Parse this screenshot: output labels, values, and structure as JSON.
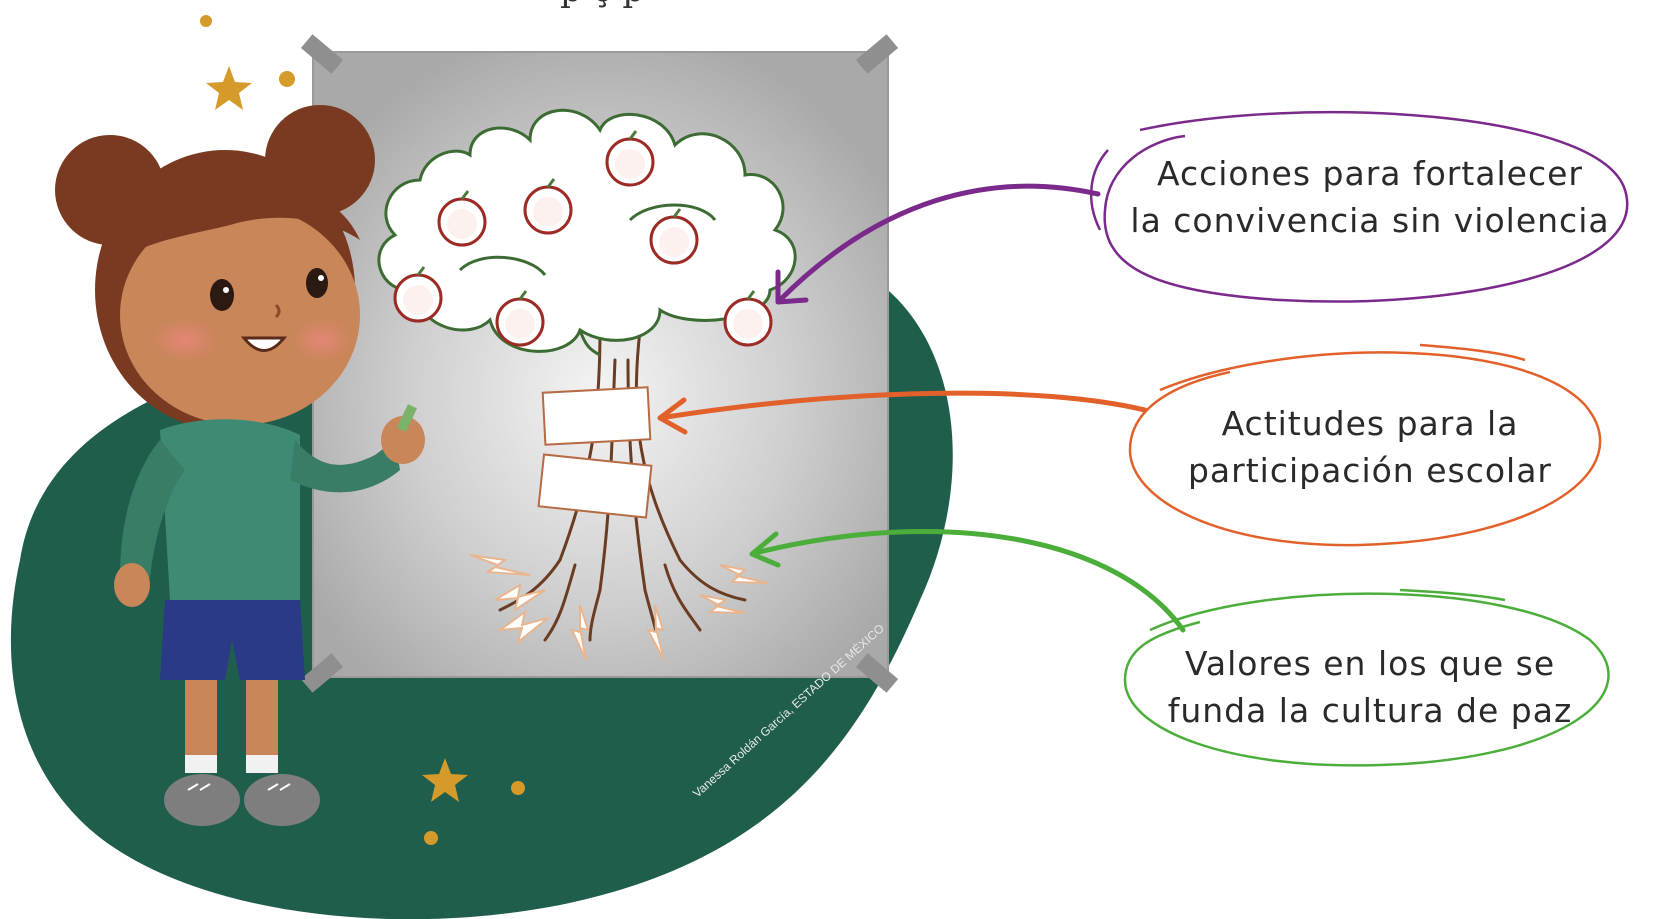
{
  "header": {
    "cut_text": "p                                                  ç  p"
  },
  "labels": {
    "top": {
      "line1": "Acciones para fortalecer",
      "line2": "la convivencia sin violencia"
    },
    "middle": {
      "line1": "Actitudes para la",
      "line2": "participación escolar"
    },
    "bottom": {
      "line1": "Valores en los que se",
      "line2": "funda la cultura de paz"
    }
  },
  "credit": "Vanessa Roldán García, ESTADO DE MÉXICO",
  "colors": {
    "top_outline": "#7b2a8c",
    "middle_outline": "#e2612a",
    "bottom_outline": "#4cae3a",
    "green_background": "#1f5e4c",
    "poster": "#c9c9c9",
    "tree_crown": "#3d6b34",
    "apple": "#9b2b24",
    "star": "#d49a2a"
  }
}
